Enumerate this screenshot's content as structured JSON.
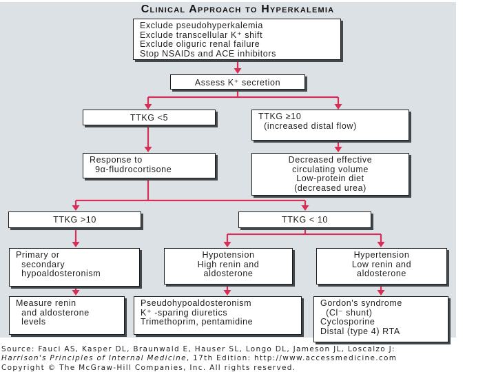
{
  "title": "Clinical Approach to Hyperkalemia",
  "colors": {
    "arrow": "#d82d55",
    "panel_background": "#dce1e6",
    "box_border": "#1b1b1b",
    "box_shadow": "#41464b"
  },
  "nodes": {
    "exclude": "Exclude pseudohyperkalemia\nExclude transcellular K⁺ shift\nExclude oliguric renal failure\nStop NSAIDs and ACE inhibitors",
    "assess": "Assess K⁺ secretion",
    "ttkg_lt5": "TTKG <5",
    "ttkg_ge10": "TTKG ≥10\n  (increased distal flow)",
    "response": "Response to\n  9α-fludrocortisone",
    "decreased": "Decreased effective\ncirculating volume\nLow-protein diet\n(decreased urea)",
    "ttkg_gt10": "TTKG >10",
    "ttkg_lt10": "TTKG < 10",
    "primary": "Primary or\n  secondary\n  hypoaldosteronism",
    "hypotension": "Hypotension\nHigh renin and\naldosterone",
    "hypertension": "Hypertension\nLow renin and\naldosterone",
    "measure": "Measure renin\n  and aldosterone\n  levels",
    "pseudo": "Pseudohypoaldosteronism\nK⁺ -sparing diuretics\nTrimethoprim, pentamidine",
    "gordon": "Gordon's syndrome\n  (Cl⁻ shunt)\nCyclosporine\nDistal (type 4) RTA"
  },
  "source": {
    "line1": "Source: Fauci AS, Kasper DL, Braunwald E, Hauser SL, Longo DL, Jameson JL, Loscalzo J:",
    "line2_italic": "Harrison's Principles of Internal Medicine",
    "line2_rest": ", 17th Edition: http://www.accessmedicine.com",
    "line3": "Copyright © The McGraw-Hill Companies, Inc. All rights reserved."
  }
}
